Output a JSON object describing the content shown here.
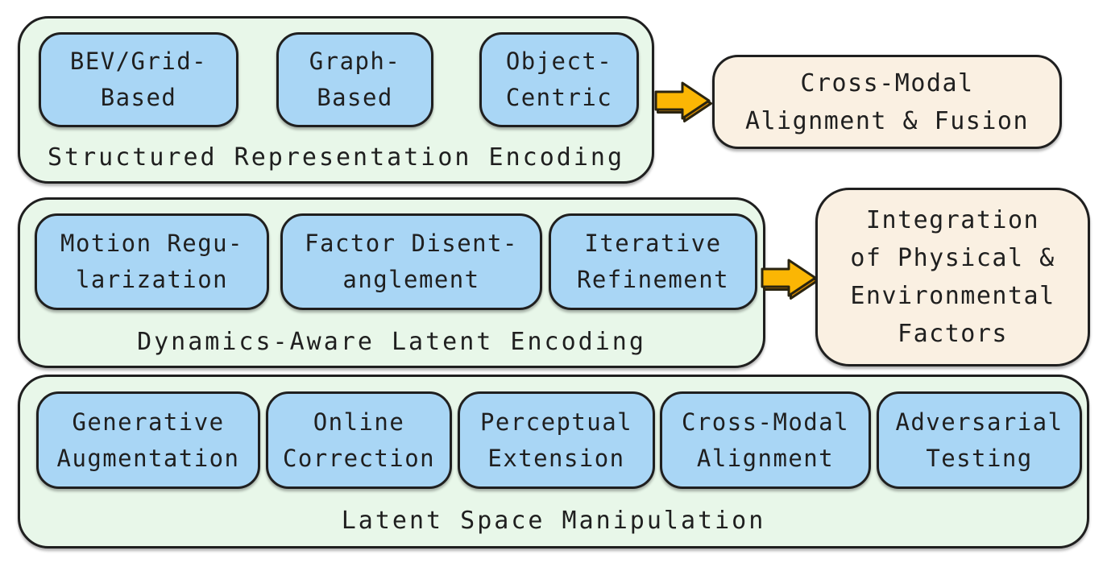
{
  "colors": {
    "group_fill": "#E8F7E9",
    "subbox_fill": "#A9D6F5",
    "output_fill": "#FAF0E2",
    "border": "#1f1f1f",
    "text": "#1f1f1f",
    "arrow_fill": "#FBB604",
    "arrow_shadow": "#D98C00"
  },
  "rows": [
    {
      "label": "Structured Representation Encoding",
      "boxes": [
        {
          "lines": [
            "BEV/Grid-",
            "Based"
          ]
        },
        {
          "lines": [
            "Graph-",
            "Based"
          ]
        },
        {
          "lines": [
            "Object-",
            "Centric"
          ]
        }
      ],
      "arrow_icon": "right-block-arrow",
      "output": {
        "lines": [
          "Cross-Modal",
          "Alignment & Fusion"
        ]
      }
    },
    {
      "label": "Dynamics-Aware Latent Encoding",
      "boxes": [
        {
          "lines": [
            "Motion Regu-",
            "larization"
          ]
        },
        {
          "lines": [
            "Factor Disent-",
            "anglement"
          ]
        },
        {
          "lines": [
            "Iterative",
            "Refinement"
          ]
        }
      ],
      "arrow_icon": "right-block-arrow",
      "output": {
        "lines": [
          "Integration",
          "of Physical &",
          "Environmental",
          "Factors"
        ]
      }
    },
    {
      "label": "Latent Space Manipulation",
      "boxes": [
        {
          "lines": [
            "Generative",
            "Augmentation"
          ]
        },
        {
          "lines": [
            "Online",
            "Correction"
          ]
        },
        {
          "lines": [
            "Perceptual",
            "Extension"
          ]
        },
        {
          "lines": [
            "Cross-Modal",
            "Alignment"
          ]
        },
        {
          "lines": [
            "Adversarial",
            "Testing"
          ]
        }
      ]
    }
  ]
}
